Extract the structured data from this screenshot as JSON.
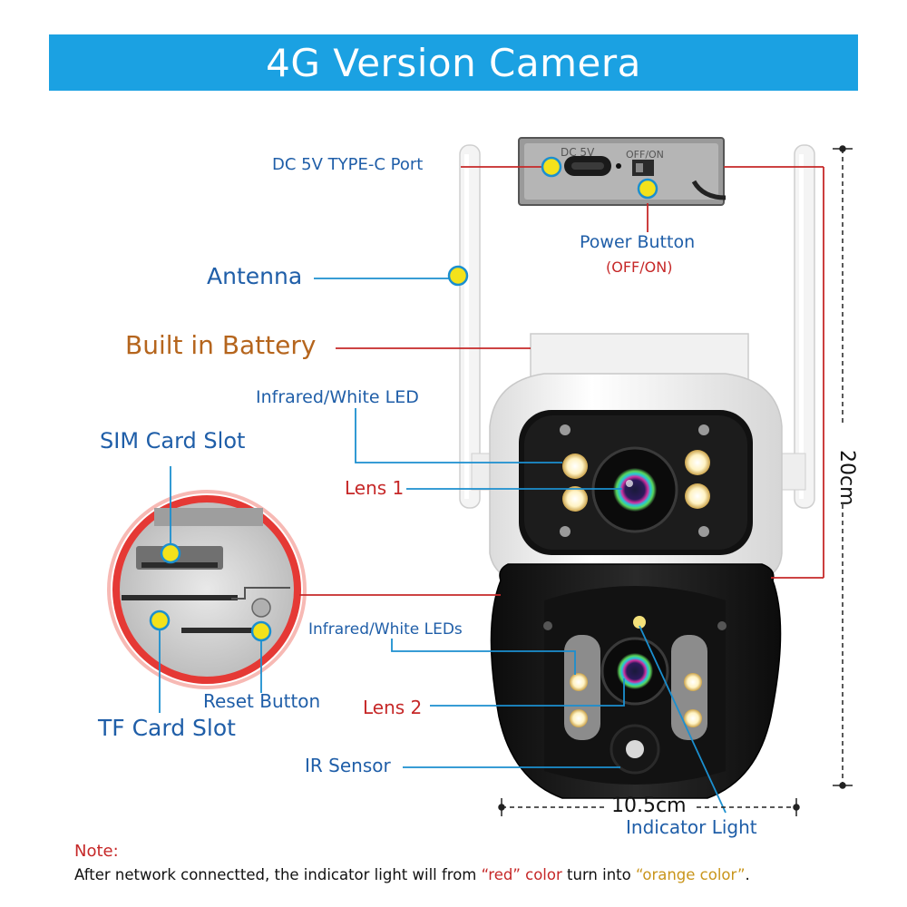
{
  "banner": {
    "title": "4G Version Camera"
  },
  "labels": {
    "dc_port": "DC 5V TYPE-C Port",
    "power_button": "Power Button",
    "power_button_sub": "(OFF/ON)",
    "antenna": "Antenna",
    "battery": "Built in Battery",
    "ir_led_top": "Infrared/White LED",
    "sim_slot": "SIM Card Slot",
    "lens1": "Lens 1",
    "ir_leds_bottom": "Infrared/White LEDs",
    "lens2": "Lens 2",
    "reset_button": "Reset Button",
    "tf_slot": "TF Card Slot",
    "ir_sensor": "IR Sensor",
    "indicator_light": "Indicator Light",
    "port_print_dc": "DC 5V",
    "port_print_switch": "OFF/ON"
  },
  "dimensions": {
    "height": "20cm",
    "width": "10.5cm"
  },
  "note": {
    "title": "Note:",
    "text_before": "After network connectted, the indicator light will from ",
    "red_word": "“red” color",
    "text_middle": " turn into ",
    "orange_word": "“orange color”",
    "text_end": "."
  },
  "colors": {
    "banner": "#1ba1e2",
    "label_blue": "#1f5ea8",
    "label_red": "#c62828",
    "battery_label": "#b5651d",
    "callout_dot": "#f3e21b",
    "leader_blue": "#1b8fcf",
    "leader_red": "#c62828"
  }
}
